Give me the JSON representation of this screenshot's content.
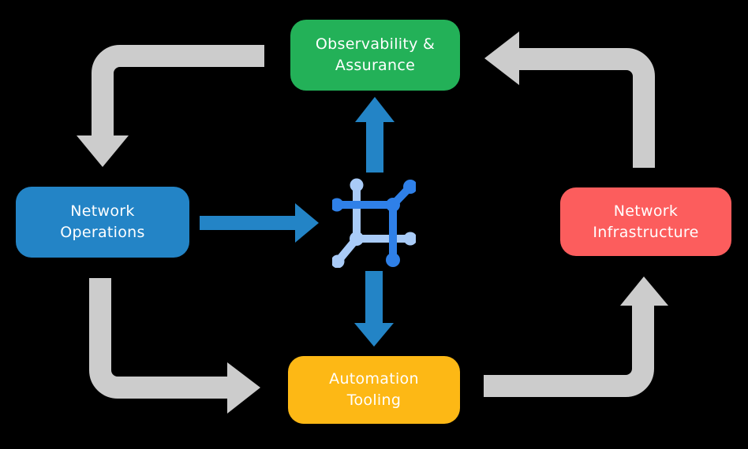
{
  "background_color": "#000000",
  "nodes": {
    "observability": {
      "line1": "Observability &",
      "line2": "Assurance",
      "color": "#23B158",
      "text_color": "#FFFFFF"
    },
    "network_operations": {
      "line1": "Network",
      "line2": "Operations",
      "color": "#2384C6",
      "text_color": "#FFFFFF"
    },
    "network_infrastructure": {
      "line1": "Network",
      "line2": "Infrastructure",
      "color": "#FC5D5D",
      "text_color": "#FFFFFF"
    },
    "automation_tooling": {
      "line1": "Automation",
      "line2": "Tooling",
      "color": "#FDB815",
      "text_color": "#FFFFFF"
    }
  },
  "cycle_arrows": {
    "color": "#CCCCCC",
    "items": [
      {
        "from": "observability",
        "to": "network_operations",
        "shape": "left-then-down"
      },
      {
        "from": "network_operations",
        "to": "automation_tooling",
        "shape": "down-then-right"
      },
      {
        "from": "automation_tooling",
        "to": "network_infrastructure",
        "shape": "right-then-up"
      },
      {
        "from": "network_infrastructure",
        "to": "observability",
        "shape": "up-then-left"
      }
    ]
  },
  "hub_arrows": {
    "color": "#2384C6",
    "items": [
      {
        "from": "network_operations",
        "to": "hub",
        "direction": "right"
      },
      {
        "from": "hub",
        "to": "observability",
        "direction": "up"
      },
      {
        "from": "hub",
        "to": "automation_tooling",
        "direction": "down"
      }
    ]
  },
  "hub_icon": {
    "name": "network-mesh-icon",
    "dark_blue": "#2F80E8",
    "light_blue": "#A9CBF7"
  }
}
